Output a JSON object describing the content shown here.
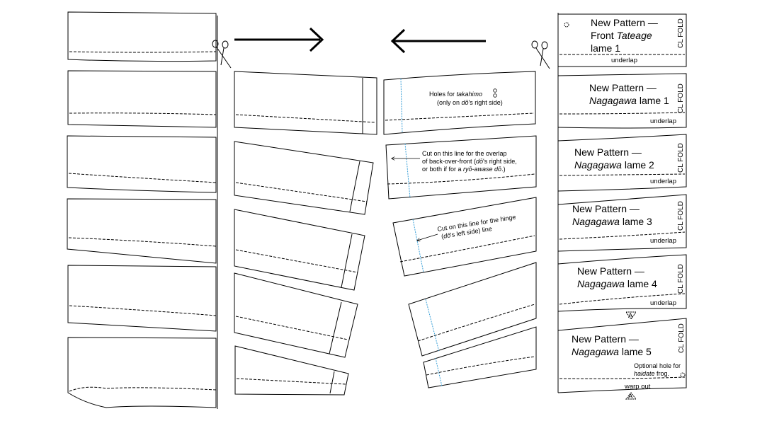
{
  "labels": {
    "cl_fold": "CL FOLD",
    "underlap": "underlap",
    "warp_out": "warp out",
    "mark_a": "A"
  },
  "patterns": [
    {
      "line1": "New Pattern —",
      "line2_plain": "Front ",
      "line2_italic": "Tateage",
      "line3": "lame 1"
    },
    {
      "line1": "New Pattern —",
      "line2_italic": "Nagagawa",
      "line2_plain": " lame 1"
    },
    {
      "line1": "New Pattern —",
      "line2_italic": "Nagagawa",
      "line2_plain": " lame 2"
    },
    {
      "line1": "New Pattern —",
      "line2_italic": "Nagagawa",
      "line2_plain": " lame 3"
    },
    {
      "line1": "New Pattern —",
      "line2_italic": "Nagagawa",
      "line2_plain": " lame 4"
    },
    {
      "line1": "New Pattern —",
      "line2_italic": "Nagagawa",
      "line2_plain": " lame 5"
    }
  ],
  "notes": {
    "holes": {
      "a": "Holes for ",
      "b": "takahimo",
      "c": "(only on ",
      "d": "dō",
      "e": "'s right side)"
    },
    "overlap": {
      "l1": "Cut on this line for the overlap",
      "l2a": "of back-over-front (",
      "l2b": "dō",
      "l2c": "'s right side,",
      "l3a": "or both if for a ",
      "l3b": "ryō-awase dō",
      "l3c": ".)"
    },
    "hinge": {
      "l1": "Cut on this line for the hinge",
      "l2a": "(",
      "l2b": "dō",
      "l2c": "'s left side) line"
    },
    "haidate": {
      "l1": "Optional hole for",
      "l2a": "haidate",
      "l2b": " frog."
    }
  },
  "colors": {
    "ink": "#000000",
    "cut_line": "#3aa0d8"
  }
}
